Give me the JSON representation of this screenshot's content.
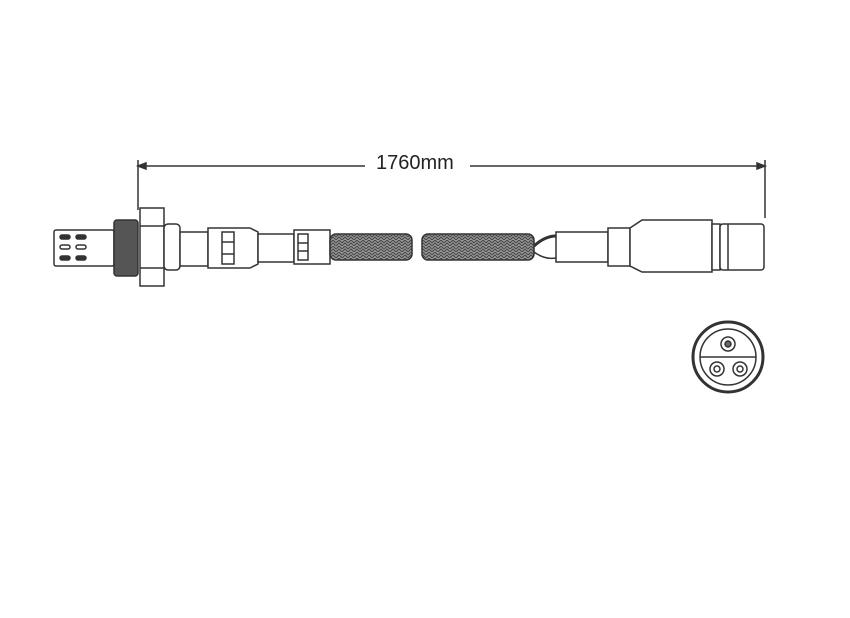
{
  "diagram": {
    "subject": "oxygen sensor",
    "dimension": {
      "label": "1760mm"
    },
    "connector": {
      "pins": 3
    },
    "colors": {
      "line": "#333333",
      "braid": "#777777",
      "background": "#ffffff"
    }
  }
}
